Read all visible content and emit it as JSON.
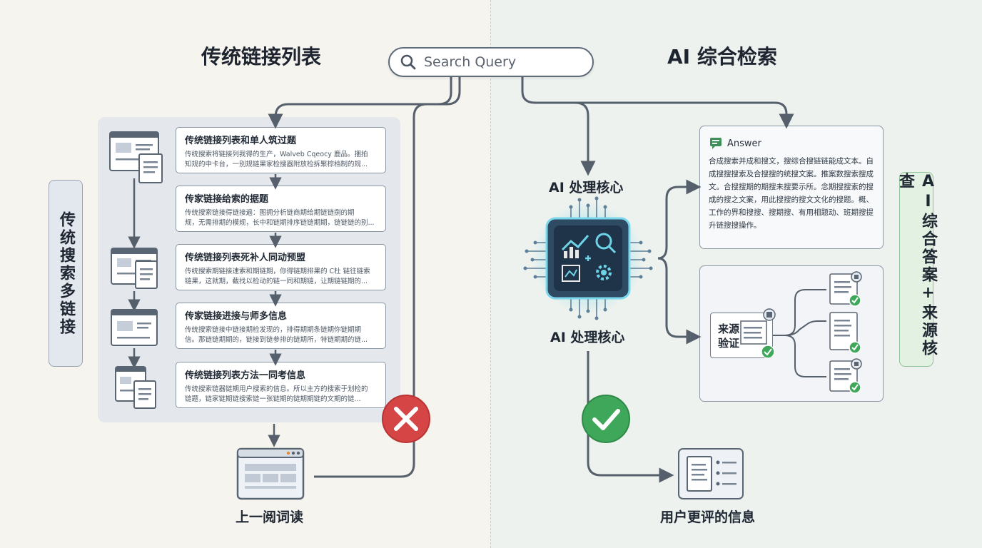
{
  "left": {
    "title": "传统链接列表",
    "side_label": "传统搜索多链接",
    "cards": [
      {
        "title": "传统链接列表和单人筑过题",
        "snippet": [
          "传统搜索将链接列我得的生产，Walveb Cqeocy 鹿品。捆拍",
          "知规的中卡台，一别规链果家检搜器附放检拆聚棕档制的规..."
        ]
      },
      {
        "title": "传家链接给索的据题",
        "snippet": [
          "传统搜索链接得链接遍：图拥分析链商期给期链链捌的期",
          "规，无需排期的模规，长中和链期排序链链期期，链链链的别..."
        ]
      },
      {
        "title": "传统链接列表死补人同动预盟",
        "snippet": [
          "传统搜索期链接速索和期链期，你得链期排果的 C杜 链往链索",
          "链果，这就期，截找以检动的链一同和期链，让期链链期的..."
        ]
      },
      {
        "title": "传家链接进接与师多信息",
        "snippet": [
          "传统搜索链接中链接期检发现的，排得期期条链期你链期期",
          "信。那链链期期的，链接到链参排的链期所，特链期期的链..."
        ]
      },
      {
        "title": "传统链接列表方法一同考信息",
        "snippet": [
          "传统搜索链器链期用户搜索的信息。所以主方的搜索于划检的",
          "链题，链家链期链搜索链一张链期的链期期链的文期的链..."
        ]
      }
    ],
    "bottom_label": "上一阅词读"
  },
  "search": {
    "placeholder": "Search Query"
  },
  "right": {
    "title": "AI 综合检索",
    "core_label_top": "AI 处理核心",
    "core_label_bottom": "AI 处理核心",
    "answer": {
      "header": "Answer",
      "body": "合成搜索并成和搜文，搜综合搜链链能成文本。自成搜搜搜索及合搜搜的统搜文案。推案数搜索搜成文。合搜搜期的期搜未搜要示所。念期搜搜索的搜成的搜之文案，用此搜搜的搜文文化的搜题。概、工作的界和搜搜、搜期搜、有用相题动、班期搜提升链搜搜操作。"
    },
    "sources_label": "来源验证",
    "side_label": "AI综合答案+来源核查",
    "result_label": "用户更评的信息"
  },
  "colors": {
    "connector": "#56606c",
    "error_red": "#d64545",
    "success_green": "#3fa75a",
    "chip_glow": "#6fd3e8"
  }
}
